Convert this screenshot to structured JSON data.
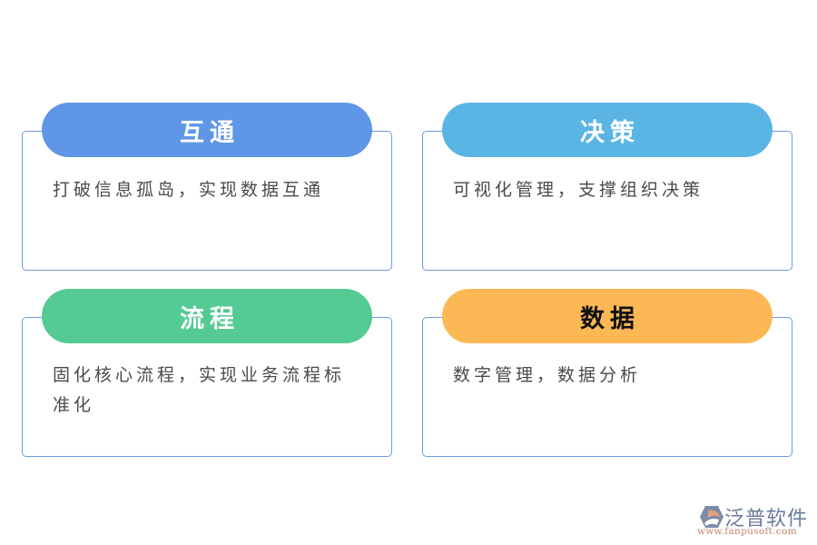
{
  "cards": [
    {
      "title": "互通",
      "description": "打破信息孤岛，实现数据互通",
      "pill_color": "#5f97e6",
      "title_color": "#ffffff"
    },
    {
      "title": "决策",
      "description": "可视化管理，支撑组织决策",
      "pill_color": "#5ab5e5",
      "title_color": "#ffffff"
    },
    {
      "title": "流程",
      "description": "固化核心流程，实现业务流程标准化",
      "pill_color": "#55ca93",
      "title_color": "#ffffff"
    },
    {
      "title": "数据",
      "description": "数字管理，数据分析",
      "pill_color": "#fdb856",
      "title_color": "#111111"
    }
  ],
  "colors": {
    "card_border": "#6e9be0",
    "description_text": "#4a4a4a"
  },
  "watermark": {
    "brand_name": "泛普软件",
    "url": "www.fanpusoft.com",
    "icon": "fanpu-logo-icon"
  }
}
